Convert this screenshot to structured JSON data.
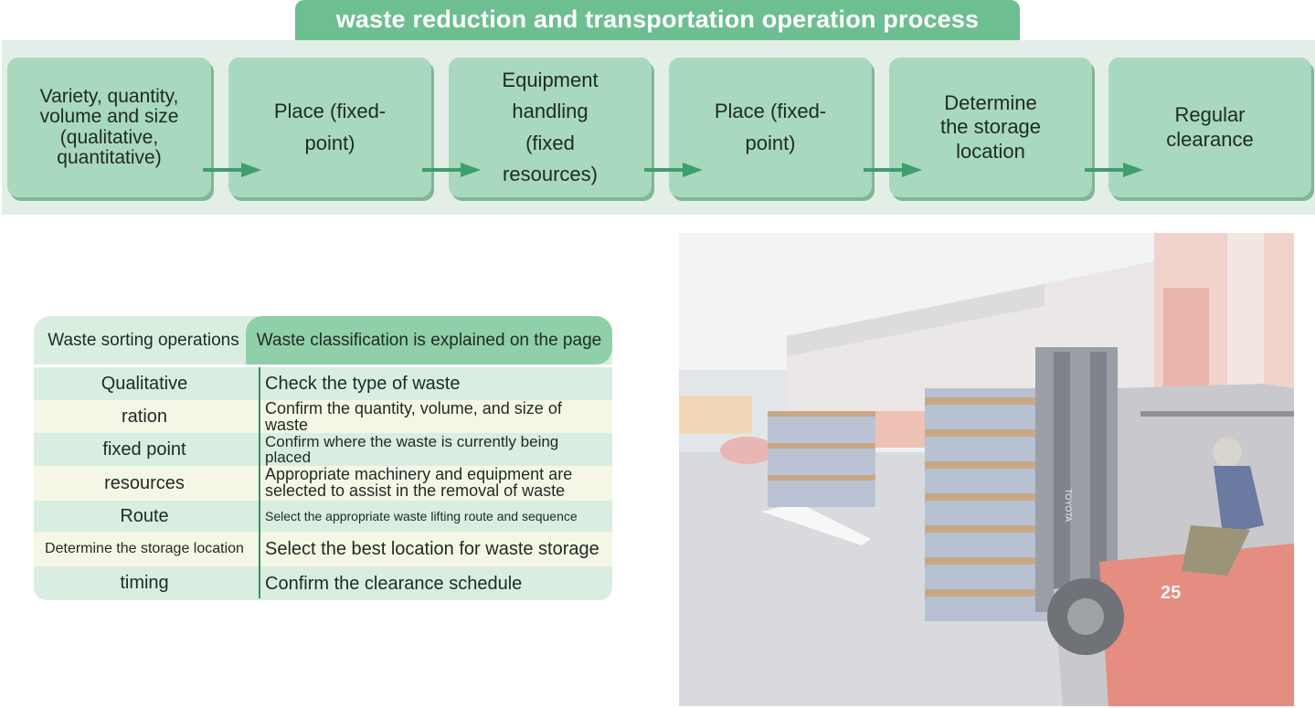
{
  "title": "waste reduction and transportation operation process",
  "flow": [
    {
      "text": "Variety, quantity, volume and size (qualitative, quantitative)"
    },
    {
      "text": "Place (fixed-point)"
    },
    {
      "text": "Equipment handling (fixed resources)"
    },
    {
      "text": "Place (fixed-point)"
    },
    {
      "text": "Determine the storage location"
    },
    {
      "text": "Regular clearance"
    }
  ],
  "table": {
    "header_left": "Waste sorting operations",
    "header_right": "Waste classification is explained on the page",
    "rows": [
      {
        "label": "Qualitative",
        "desc": "Check the type of waste"
      },
      {
        "label": "ration",
        "desc": "Confirm the quantity, volume, and size of waste"
      },
      {
        "label": "fixed point",
        "desc": "Confirm where the waste is currently being placed"
      },
      {
        "label": "resources",
        "desc": "Appropriate machinery and equipment are selected to assist in the removal of waste"
      },
      {
        "label": "Route",
        "desc": "Select the appropriate waste lifting route and sequence"
      },
      {
        "label": "Determine the storage location",
        "desc": "Select the best location for waste storage"
      },
      {
        "label": "timing",
        "desc": "Confirm the clearance schedule"
      }
    ]
  },
  "photo": {
    "forklift_brand": "TOYOTA",
    "forklift_capacity": "25"
  },
  "colors": {
    "title_bg": "#6dbf92",
    "step_bg": "#a8d8bd",
    "arrow": "#3e9e6c",
    "band_bg": "#e3efe6"
  }
}
